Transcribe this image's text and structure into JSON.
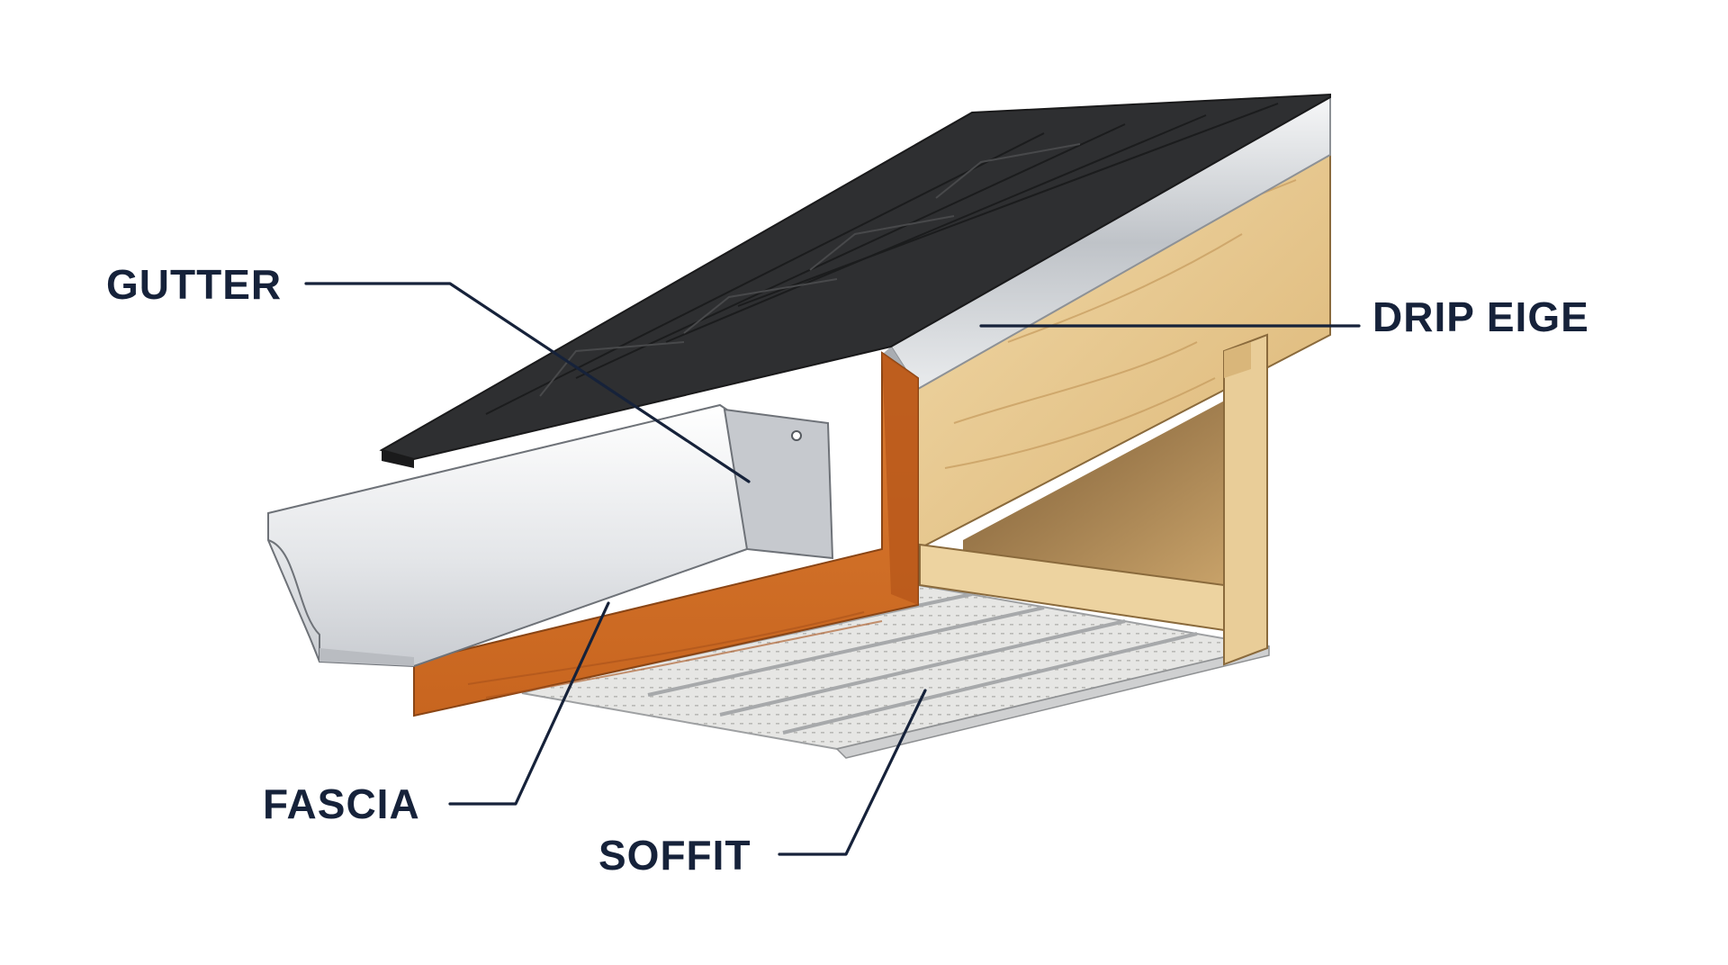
{
  "diagram": {
    "labels": {
      "gutter": "GUTTER",
      "drip_edge": "DRIP EIGE",
      "fascia": "FASCIA",
      "soffit": "SOFFIT"
    },
    "colors": {
      "label": "#16223a",
      "shingle": "#2e2f31",
      "fascia": "#d2722b",
      "wood": "#e8c98f",
      "gutter": "#eceef0",
      "metal": "#c9ccd0",
      "soffit": "#e4e4e2"
    }
  }
}
